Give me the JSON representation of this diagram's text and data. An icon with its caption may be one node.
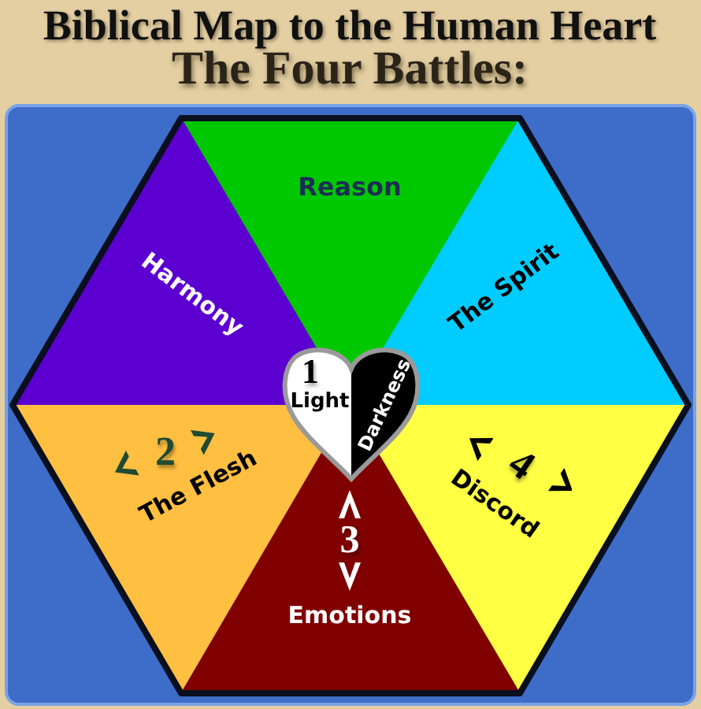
{
  "diagram": {
    "title": "Biblical Map to the Human Heart",
    "nodes": [
      {
        "text": [
          "Reason"
        ]
      },
      {
        "text": [
          "Harmony"
        ]
      },
      {
        "text": [
          "The Spirit"
        ]
      },
      {
        "text": [
          "1",
          "Light",
          "Darkness"
        ]
      },
      {
        "text": [
          "2",
          "The Flesh"
        ]
      },
      {
        "text": [
          "4",
          "Discord"
        ]
      },
      {
        "text": [
          "3",
          "Emotions"
        ]
      }
    ],
    "labels": [
      "The Four Battles:"
    ]
  }
}
